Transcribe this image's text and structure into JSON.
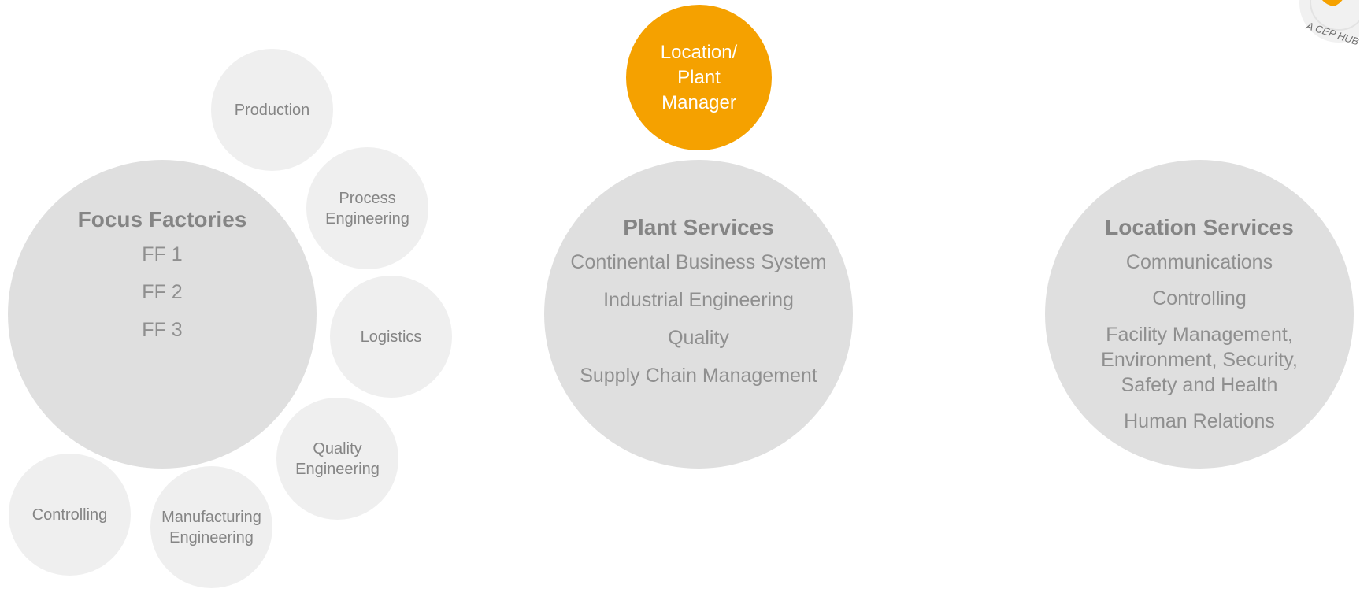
{
  "satellites": [
    {
      "id": "production",
      "label": "Production"
    },
    {
      "id": "process",
      "label": "Process\nEngineering"
    },
    {
      "id": "logistics",
      "label": "Logistics"
    },
    {
      "id": "quality_eng",
      "label": "Quality\nEngineering"
    },
    {
      "id": "manufacturing",
      "label": "Manufacturing\nEngineering"
    },
    {
      "id": "controlling",
      "label": "Controlling"
    }
  ],
  "focus_factories": {
    "title": "Focus Factories",
    "items": [
      "FF 1",
      "FF 2",
      "FF 3"
    ]
  },
  "manager": {
    "label": "Location/\nPlant\nManager"
  },
  "plant_services": {
    "title": "Plant Services",
    "items": [
      "Continental Business System",
      "Industrial Engineering",
      "Quality",
      "Supply Chain Management"
    ]
  },
  "location_services": {
    "title": "Location Services",
    "items": [
      "Communications",
      "Controlling",
      "Facility Management,\nEnvironment, Security,\nSafety and Health",
      "Human Relations"
    ]
  },
  "logo": {
    "text": "A CEP HUB"
  },
  "colors": {
    "accent": "#f5a100",
    "large_circle": "#dfdfdf",
    "small_circle": "#efefef",
    "text": "#858585"
  }
}
